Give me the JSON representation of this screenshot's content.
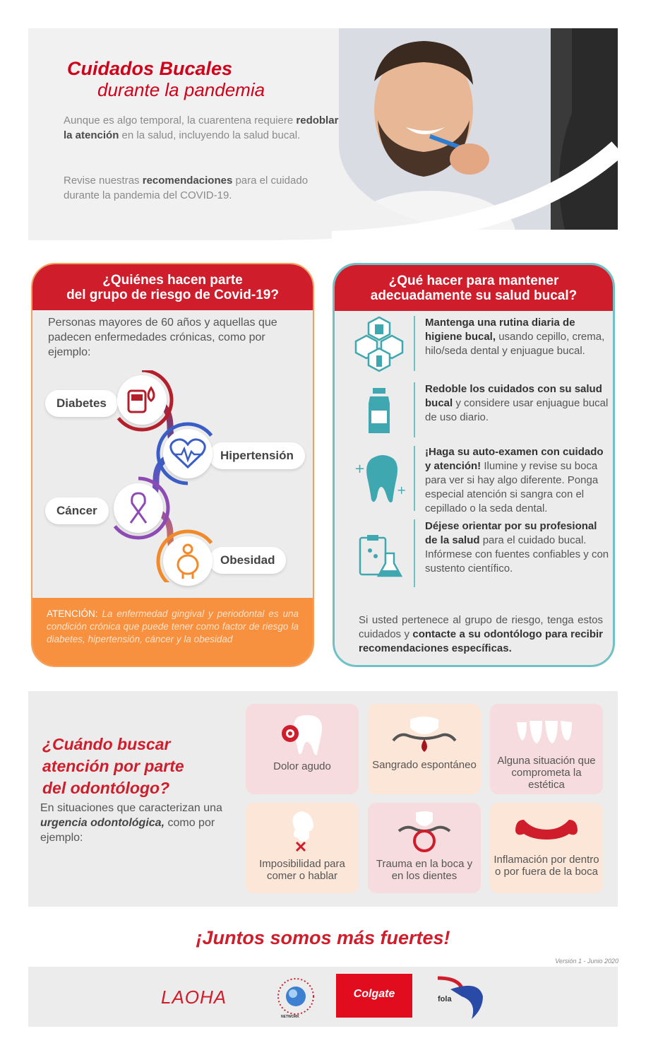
{
  "header": {
    "title_bold": "Cuidados Bucales",
    "title_light": "durante la pandemia",
    "intro1_pre": "Aunque es algo temporal, la cuarentena requiere",
    "intro1_bold": "redoblar la atención",
    "intro1_post": "en la salud, incluyendo la salud bucal.",
    "intro2_pre": "Revise nuestras",
    "intro2_bold": "recomendaciones",
    "intro2_post": "para el cuidado durante la pandemia del COVID-19."
  },
  "risk_panel": {
    "title_line1": "¿Quiénes hacen parte",
    "title_line2": "del grupo de riesgo de Covid-19?",
    "intro": "Personas mayores de 60 años y aquellas que padecen enfermedades crónicas, como por ejemplo:",
    "conditions": [
      "Diabetes",
      "Hipertensión",
      "Cáncer",
      "Obesidad"
    ],
    "attention_key": "ATENCIÓN:",
    "attention_text": "La enfermedad gingival y periodontal es una condición crónica que puede tener como factor de riesgo la diabetes, hipertensión, cáncer y la obesidad"
  },
  "health_panel": {
    "title_line1": "¿Qué hacer para mantener",
    "title_line2": "adecuadamente su salud bucal?",
    "tips": [
      {
        "bold": "Mantenga una rutina diaria de higiene bucal,",
        "text": "usando cepillo, crema, hilo/seda dental y enjuague bucal."
      },
      {
        "bold": "Redoble los cuidados con su salud bucal",
        "text": "y considere usar enjuague bucal de uso diario."
      },
      {
        "bold": "¡Haga su auto-examen con cuidado y atención!",
        "text": "Ilumine y revise su boca para ver si hay algo diferente. Ponga especial atención si sangra con el cepillado o la seda dental."
      },
      {
        "bold": "Déjese orientar por su profesional de la salud",
        "text": "para el cuidado bucal. Infórmese con fuentes confiables y con sustento científico."
      }
    ],
    "footer_pre": "Si usted pertenece al grupo de riesgo, tenga estos cuidados y",
    "footer_bold": "contacte a su odontólogo para recibir recomendaciones específicas."
  },
  "urgent": {
    "title_line1": "¿Cuándo buscar",
    "title_line2": "atención por parte",
    "title_line3": "del odontólogo?",
    "text_pre": "En situaciones que caracterizan una",
    "text_bold": "urgencia odontológica,",
    "text_post": "como por ejemplo:",
    "cards": [
      "Dolor agudo",
      "Sangrado espontáneo",
      "Alguna situación que comprometa la estética",
      "Imposibilidad para comer o hablar",
      "Trauma en la boca y en los dientes",
      "Inflamación por dentro o por fuera de la boca"
    ]
  },
  "slogan": "¡Juntos somos más fuertes!",
  "version": "Versión 1 - Junio 2020",
  "logos": {
    "laoha": "LAOHA",
    "network": "NETWORK",
    "colgate": "Colgate",
    "fola": "fola"
  },
  "colors": {
    "red": "#cf1d2b",
    "orange": "#f7903f",
    "teal": "#6ec1c5"
  }
}
